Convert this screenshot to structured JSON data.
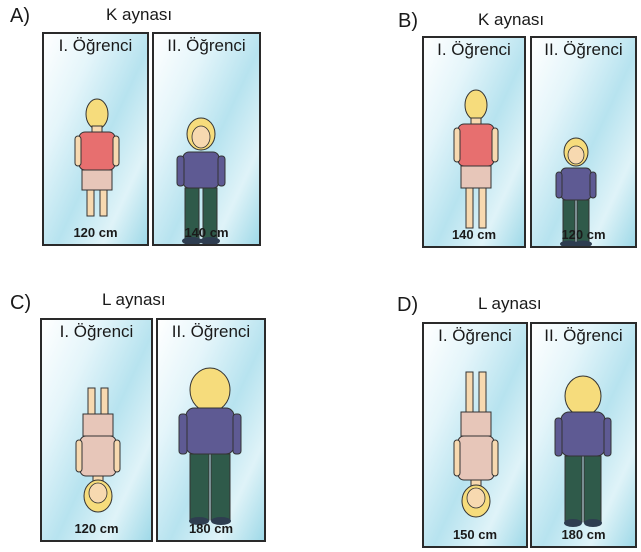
{
  "options": [
    {
      "letter": "A)",
      "mirror": "K aynası",
      "student1": {
        "label": "I. Öğrenci",
        "height": "120 cm",
        "view": "back",
        "orientation": "upright"
      },
      "student2": {
        "label": "II. Öğrenci",
        "height": "140 cm",
        "view": "front",
        "orientation": "upright"
      }
    },
    {
      "letter": "B)",
      "mirror": "K aynası",
      "student1": {
        "label": "I. Öğrenci",
        "height": "140 cm",
        "view": "back",
        "orientation": "upright"
      },
      "student2": {
        "label": "II. Öğrenci",
        "height": "120 cm",
        "view": "front",
        "orientation": "upright"
      }
    },
    {
      "letter": "C)",
      "mirror": "L aynası",
      "student1": {
        "label": "I. Öğrenci",
        "height": "120 cm",
        "view": "front",
        "orientation": "inverted"
      },
      "student2": {
        "label": "II. Öğrenci",
        "height": "180 cm",
        "view": "back",
        "orientation": "upright"
      }
    },
    {
      "letter": "D)",
      "mirror": "L aynası",
      "student1": {
        "label": "I. Öğrenci",
        "height": "150 cm",
        "view": "front",
        "orientation": "inverted"
      },
      "student2": {
        "label": "II. Öğrenci",
        "height": "180 cm",
        "view": "back",
        "orientation": "upright"
      }
    }
  ],
  "colors": {
    "hair": "#f6dc7c",
    "skin": "#f7d9b0",
    "shirt_red": "#e76f6f",
    "shirt_purple": "#5e5a93",
    "pants": "#2f5a4a",
    "skirt": "#e7c6b9"
  }
}
